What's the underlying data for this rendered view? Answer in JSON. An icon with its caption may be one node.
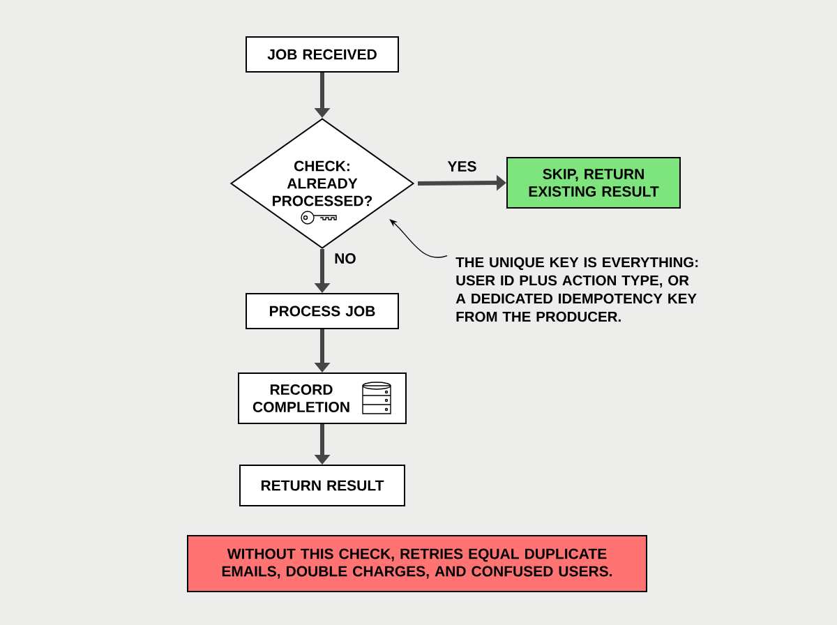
{
  "diagram": {
    "nodes": [
      {
        "text": [
          "JOB RECEIVED"
        ]
      },
      {
        "text": [
          "CHECK: ALREADY PROCESSED?"
        ]
      },
      {
        "text": [
          "SKIP, RETURN EXISTING RESULT"
        ]
      },
      {
        "text": [
          "PROCESS JOB"
        ]
      },
      {
        "text": [
          "RECORD COMPLETION"
        ]
      },
      {
        "text": [
          "RETURN RESULT"
        ]
      },
      {
        "text": [
          "THE UNIQUE KEY IS EVERYTHING: USER ID PLUS ACTION TYPE, OR A DEDICATED IDEMPOTENCY KEY FROM THE PRODUCER."
        ]
      },
      {
        "text": [
          "WITHOUT THIS CHECK, RETRIES EQUAL DUPLICATE EMAILS, DOUBLE CHARGES, AND CONFUSED USERS."
        ]
      }
    ],
    "edges": [
      {
        "from": 0,
        "to": 1,
        "arrow": "to"
      },
      {
        "from": 1,
        "to": 2,
        "arrow": "to",
        "label": "YES"
      },
      {
        "from": 1,
        "to": 3,
        "arrow": "to",
        "label": "NO"
      },
      {
        "from": 3,
        "to": 4,
        "arrow": "to"
      },
      {
        "from": 4,
        "to": 5,
        "arrow": "to"
      },
      {
        "from": 6,
        "to": 1,
        "arrow": "to"
      }
    ]
  }
}
